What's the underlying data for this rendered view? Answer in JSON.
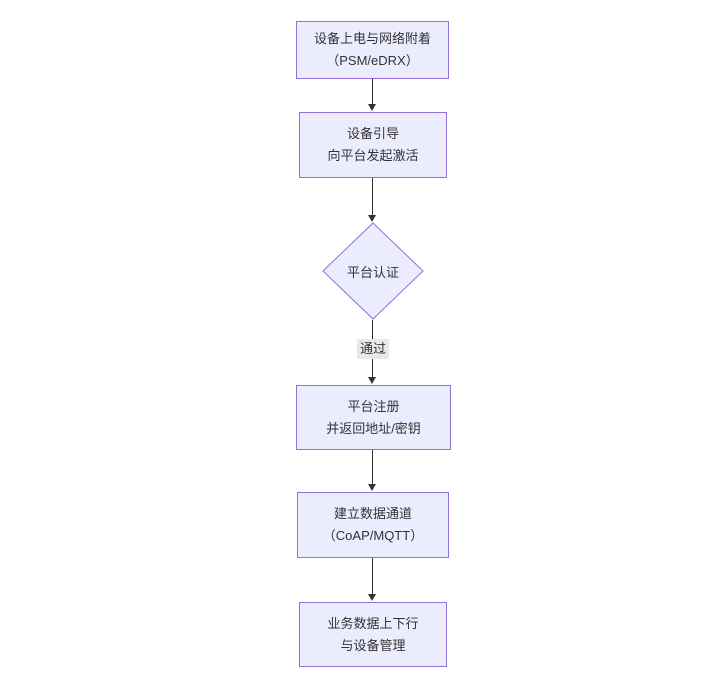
{
  "diagram": {
    "type": "flowchart",
    "direction": "top-down",
    "colors": {
      "node_fill": "#ECECFF",
      "node_border": "#9370DB",
      "text_color": "#333333",
      "arrow_color": "#333333",
      "edge_label_bg": "#e8e8e8"
    },
    "nodes": [
      {
        "id": "power-attach",
        "shape": "rect",
        "lines": [
          "设备上电与网络附着",
          "（PSM/eDRX）"
        ]
      },
      {
        "id": "bootstrap",
        "shape": "rect",
        "lines": [
          "设备引导",
          "向平台发起激活"
        ]
      },
      {
        "id": "platform-auth",
        "shape": "diamond",
        "lines": [
          "平台认证"
        ]
      },
      {
        "id": "platform-register",
        "shape": "rect",
        "lines": [
          "平台注册",
          "并返回地址/密钥"
        ]
      },
      {
        "id": "data-channel",
        "shape": "rect",
        "lines": [
          "建立数据通道",
          "（CoAP/MQTT）"
        ]
      },
      {
        "id": "business-data",
        "shape": "rect",
        "lines": [
          "业务数据上下行",
          "与设备管理"
        ]
      }
    ],
    "edges": [
      {
        "from": "power-attach",
        "to": "bootstrap",
        "label": ""
      },
      {
        "from": "bootstrap",
        "to": "platform-auth",
        "label": ""
      },
      {
        "from": "platform-auth",
        "to": "platform-register",
        "label": "通过"
      },
      {
        "from": "platform-register",
        "to": "data-channel",
        "label": ""
      },
      {
        "from": "data-channel",
        "to": "business-data",
        "label": ""
      }
    ]
  }
}
